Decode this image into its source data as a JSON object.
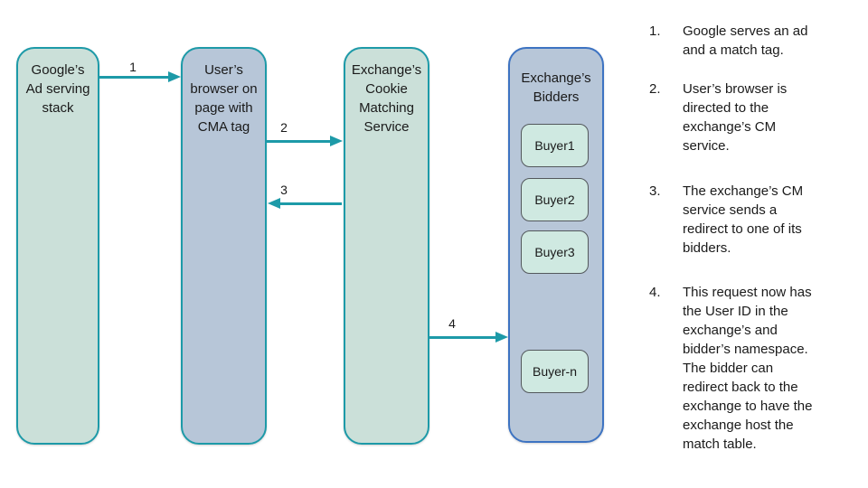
{
  "boxes": {
    "google": {
      "label": "Google’s\nAd serving\nstack"
    },
    "browser": {
      "label": "User’s\nbrowser on\npage with\nCMA tag"
    },
    "cm": {
      "label": "Exchange’s\nCookie\nMatching\nService"
    },
    "bidders": {
      "label": "Exchange’s\nBidders"
    }
  },
  "buyers": [
    "Buyer1",
    "Buyer2",
    "Buyer3",
    "Buyer-n"
  ],
  "arrows": {
    "a1": {
      "label": "1"
    },
    "a2": {
      "label": "2"
    },
    "a3": {
      "label": "3"
    },
    "a4": {
      "label": "4"
    }
  },
  "notes": [
    {
      "num": "1.",
      "text": "Google serves an ad\nand a match tag."
    },
    {
      "num": "2.",
      "text": "User’s browser is\ndirected to the\nexchange’s CM\nservice."
    },
    {
      "num": "3.",
      "text": "The exchange’s CM\nservice sends a\nredirect to one of its\nbidders."
    },
    {
      "num": "4.",
      "text": "This request now has\nthe User ID in the\nexchange’s and\nbidder’s namespace.\nThe bidder can\nredirect back to the\nexchange to have the\nexchange host the\nmatch table."
    }
  ],
  "colors": {
    "teal": "#1d9aa8",
    "green_fill": "#cbe0d9",
    "blue_fill": "#b7c6d8",
    "blue_border": "#3d73c2",
    "buyer_fill": "#cfe9e1",
    "buyer_border": "#53585c",
    "text": "#1a1a1a"
  }
}
